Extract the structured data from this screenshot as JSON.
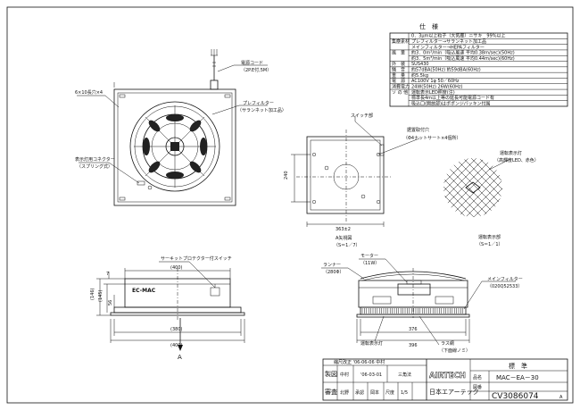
{
  "spec": {
    "title": "仕　様",
    "rows": [
      {
        "label": "",
        "value": "0．3μm以上粒子（大気塵）ニサキ　99%以上"
      },
      {
        "label": "集塵素材",
        "value": "プレフィルター→サランネット加工品"
      },
      {
        "label": "",
        "value": "メインフィルター→HEPAフィルター"
      },
      {
        "label": "風　量",
        "value": "約3．0m³/min（吸込風速 平均0.38m/sec)(50Hz)"
      },
      {
        "label": "",
        "value": "約3．5m³/min（吸込風速 平均0.44m/sec)(60Hz)"
      },
      {
        "label": "外　装",
        "value": "SUS430"
      },
      {
        "label": "騒　音",
        "value": "約57dBA(50Hz) 約59dBA(60Hz)"
      },
      {
        "label": "重　量",
        "value": "約5.5kg"
      },
      {
        "label": "電　源",
        "value": "AC100V 1φ 50／60Hz"
      },
      {
        "label": "消費電力",
        "value": "24W(50Hz) 26W(60Hz)"
      },
      {
        "label": "ソ の 他",
        "value": "運転表示LED照度(注)"
      },
      {
        "label": "",
        "value": "標準長4m以上等の延長可能電源コード有"
      },
      {
        "label": "",
        "value": "吸込口(開放部)はポポンジパッキン付属"
      }
    ]
  },
  "labels": {
    "power_cord": "電源コード",
    "power_cord_spec": "（2P.E付,5M）",
    "bolt_hole": "6×10長穴×4",
    "prefilter": "プレフィルター",
    "prefilter_note": "（サランネット加工品）",
    "indicator_connector": "表示灯用コネクター",
    "indicator_connector_note": "（スプリング式）",
    "switch_box": "スイッチ部",
    "mounting_holes": "据置取付穴",
    "mounting_holes_note": "（Φ4ナットサート×4個所）",
    "dim_240": "240",
    "dim_363": "363±2",
    "view_a": "A矢視図",
    "view_a_scale": "（S＝1／7）",
    "run_indicator": "運転表示灯",
    "run_indicator_note": "（高輝度LED、赤色）",
    "detail_view": "運転表示部",
    "detail_scale": "（S＝1／1）",
    "thermal_switch": "サーキットプロテクター付スイッチ",
    "brand_mark": "EC-MAC",
    "runner": "ランナー",
    "runner_note": "（280Φ）",
    "motor": "モーター",
    "motor_note": "（11W）",
    "main_filter": "メインフィルター",
    "main_filter_code": "（020Q52533）",
    "dim_146": "(146)",
    "dim_145": "(145)",
    "dim_56": "56",
    "dim_7": "7",
    "dim_380": "(380)",
    "dim_400_top": "(400)",
    "dim_400": "(400)",
    "dim_376": "376",
    "dim_396": "396",
    "run_indicator_bottom": "運転表示灯",
    "lever": "ラス網",
    "lever_note": "（下面線ノミ）",
    "arrow_a": "A"
  },
  "title_block": {
    "row1_label": "製図",
    "row1_name": "中村",
    "row1_date": "'06-03-01",
    "row1_proj": "三角法",
    "row1_change": "縮尺改正 '06-06-06 中村",
    "row2_label": "審査",
    "row2_name": "北野",
    "row2_approve": "承認",
    "row2_approve_name": "岡本",
    "row2_scale_label": "尺度",
    "row2_scale": "1/5",
    "brand": "AIRTECH",
    "company": "日本エアーテック",
    "standard": "標　準",
    "product_label": "品名",
    "product": "MAC－EA－30",
    "drawing_label": "図番",
    "drawing_number": "CV3086074",
    "revision": "A"
  }
}
